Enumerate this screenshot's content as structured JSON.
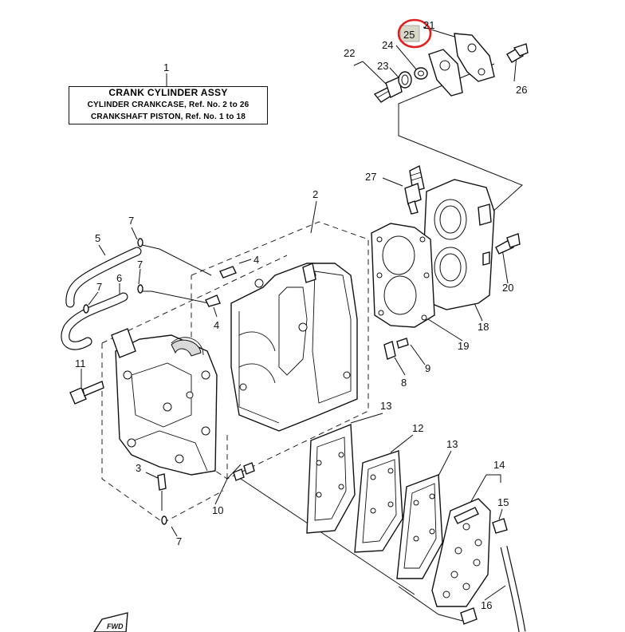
{
  "assembly_note": {
    "title": "CRANK CYLINDER ASSY",
    "line1": "CYLINDER CRANKCASE,  Ref. No.  2 to 26",
    "line2": "CRANKSHAFT PISTON,  Ref. No. 1 to 18"
  },
  "callouts": {
    "c1": "1",
    "c2": "2",
    "c3": "3",
    "c4a": "4",
    "c4b": "4",
    "c5": "5",
    "c6": "6",
    "c7a": "7",
    "c7b": "7",
    "c7c": "7",
    "c7d": "7",
    "c8": "8",
    "c9": "9",
    "c10": "10",
    "c11": "11",
    "c12": "12",
    "c13a": "13",
    "c13b": "13",
    "c14": "14",
    "c15": "15",
    "c16": "16",
    "c18": "18",
    "c19": "19",
    "c20": "20",
    "c21": "21",
    "c22": "22",
    "c23": "23",
    "c24": "24",
    "c25": "25",
    "c26": "26",
    "c27": "27"
  },
  "highlight": {
    "ref": "25",
    "ring_color": "#e02020",
    "fill_color": "#d8d8c8"
  },
  "fwd_mark": "FWD"
}
